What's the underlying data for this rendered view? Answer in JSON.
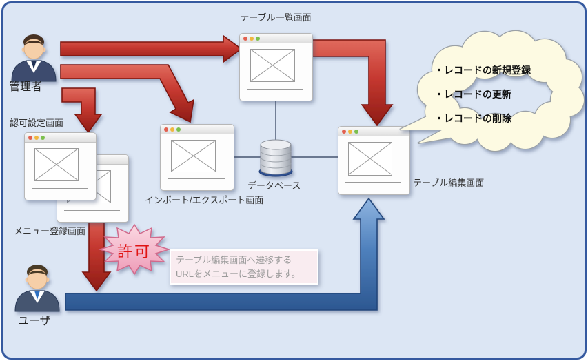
{
  "diagram": {
    "actors": {
      "admin": "管理者",
      "user": "ユーザ"
    },
    "screens": {
      "table_list": "テーブル一覧画面",
      "auth_setting": "認可設定画面",
      "menu_register": "メニュー登録画面",
      "import_export": "インポート/エクスポート画面",
      "table_edit": "テーブル編集画面"
    },
    "database_label": "データベース",
    "cloud": {
      "items": [
        "・レコードの新規登録",
        "・レコードの更新",
        "・レコードの削除"
      ]
    },
    "burst_label": "許可",
    "tooltip": {
      "line1": "テーブル編集画面へ遷移する",
      "line2": "URLをメニューに登録します。"
    },
    "colors": {
      "red_arrow": "#c5352e",
      "blue_arrow": "#4f81bd",
      "cloud_fill": "#fdfae2",
      "burst_fill": "#f5b5c8",
      "background": "#dce6f4",
      "border": "#35599f"
    }
  }
}
